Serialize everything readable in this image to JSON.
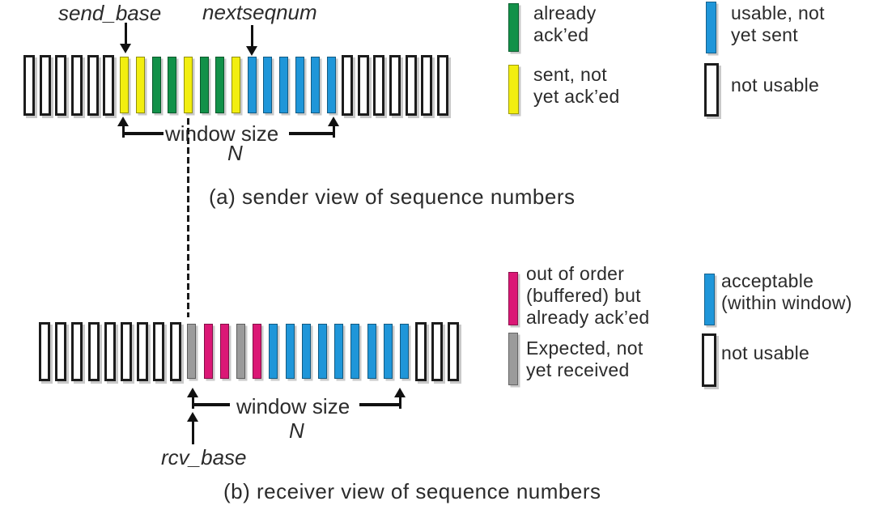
{
  "colors": {
    "acked": "#129149",
    "sent": "#f2ee10",
    "usable": "#1f96d9",
    "acceptable": "#1f96d9",
    "out_of_order": "#db1876",
    "expected": "#9b9b9b",
    "not_usable": "#ffffff",
    "outline": "#1c1c1c"
  },
  "sender": {
    "send_base_label": "send_base",
    "nextseqnum_label": "nextseqnum",
    "window_label": "window size",
    "window_n": "N",
    "caption": "(a) sender view of sequence numbers",
    "cells": [
      "not_usable",
      "not_usable",
      "not_usable",
      "not_usable",
      "not_usable",
      "not_usable",
      "sent",
      "sent",
      "acked",
      "acked",
      "sent",
      "acked",
      "acked",
      "sent",
      "usable",
      "usable",
      "usable",
      "usable",
      "usable",
      "usable",
      "not_usable",
      "not_usable",
      "not_usable",
      "not_usable",
      "not_usable",
      "not_usable",
      "not_usable"
    ],
    "legend": [
      {
        "state": "acked",
        "lines": [
          "already",
          "ack’ed"
        ]
      },
      {
        "state": "sent",
        "lines": [
          "sent, not",
          "yet ack’ed"
        ]
      },
      {
        "state": "usable",
        "lines": [
          "usable, not",
          "yet sent"
        ]
      },
      {
        "state": "not_usable",
        "lines": [
          "not usable"
        ]
      }
    ]
  },
  "receiver": {
    "rcv_base_label": "rcv_base",
    "window_label": "window size",
    "window_n": "N",
    "caption": "(b) receiver view of sequence numbers",
    "cells": [
      "not_usable",
      "not_usable",
      "not_usable",
      "not_usable",
      "not_usable",
      "not_usable",
      "not_usable",
      "not_usable",
      "not_usable",
      "expected",
      "out_of_order",
      "out_of_order",
      "expected",
      "out_of_order",
      "acceptable",
      "acceptable",
      "acceptable",
      "acceptable",
      "acceptable",
      "acceptable",
      "acceptable",
      "acceptable",
      "acceptable",
      "not_usable",
      "not_usable",
      "not_usable"
    ],
    "legend": [
      {
        "state": "out_of_order",
        "lines": [
          "out of order",
          "(buffered) but",
          "already ack’ed"
        ]
      },
      {
        "state": "acceptable",
        "lines": [
          "acceptable",
          "(within window)"
        ]
      },
      {
        "state": "expected",
        "lines": [
          "Expected,  not",
          "yet received"
        ]
      },
      {
        "state": "not_usable",
        "lines": [
          "not usable"
        ]
      }
    ]
  }
}
